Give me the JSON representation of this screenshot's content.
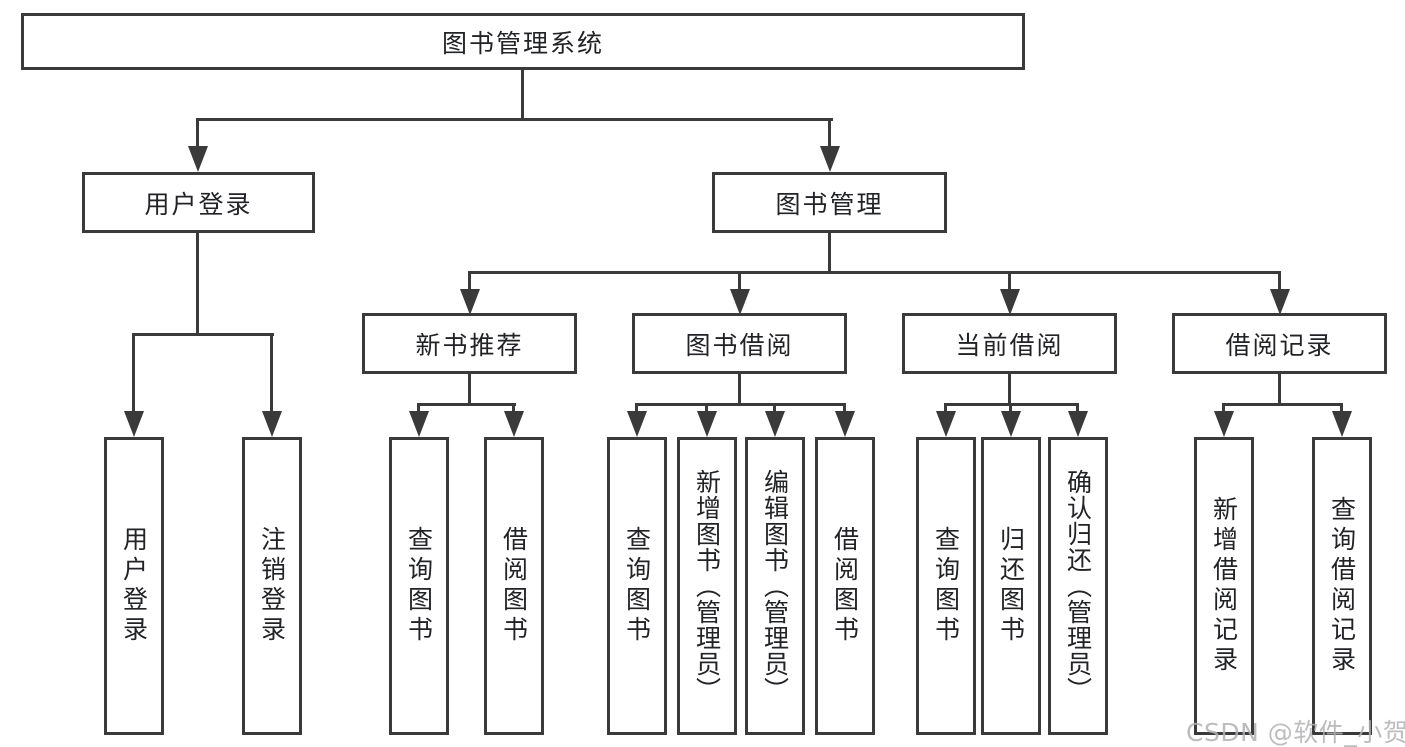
{
  "nodes": {
    "root": "图书管理系统",
    "level1": [
      {
        "label": "用户登录"
      },
      {
        "label": "图书管理"
      }
    ],
    "level2": [
      {
        "label": "新书推荐"
      },
      {
        "label": "图书借阅"
      },
      {
        "label": "当前借阅"
      },
      {
        "label": "借阅记录"
      }
    ],
    "leaves": [
      {
        "label": "用户登录"
      },
      {
        "label": "注销登录"
      },
      {
        "label": "查询图书"
      },
      {
        "label": "借阅图书"
      },
      {
        "label": "查询图书"
      },
      {
        "label": "新增图书（管理员）"
      },
      {
        "label": "编辑图书（管理员）"
      },
      {
        "label": "借阅图书"
      },
      {
        "label": "查询图书"
      },
      {
        "label": "归还图书"
      },
      {
        "label": "确认归还（管理员）"
      },
      {
        "label": "新增借阅记录"
      },
      {
        "label": "查询借阅记录"
      }
    ]
  },
  "watermark": "CSDN @软件_小贺同学",
  "colors": {
    "line": "#3a3a3a",
    "text": "#222326",
    "watermark": "#b2b2b6",
    "background": "#ffffff"
  }
}
